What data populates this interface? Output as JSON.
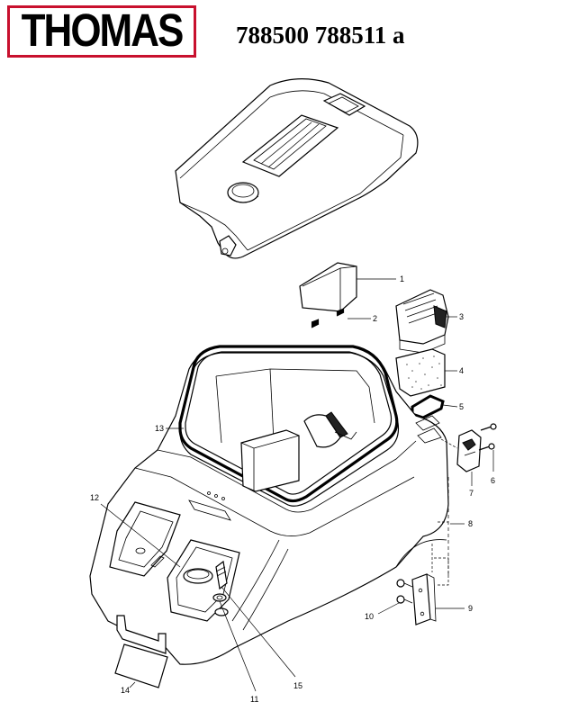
{
  "header": {
    "brand": "THOMAS",
    "doc_code": "788500 788511 a"
  },
  "colors": {
    "brand_red": "#c8102e",
    "line": "#000000"
  },
  "parts": [
    {
      "label": "1"
    },
    {
      "label": "2"
    },
    {
      "label": "3"
    },
    {
      "label": "4"
    },
    {
      "label": "5"
    },
    {
      "label": "6"
    },
    {
      "label": "7"
    },
    {
      "label": "8"
    },
    {
      "label": "9"
    },
    {
      "label": "10"
    },
    {
      "label": "11"
    },
    {
      "label": "12"
    },
    {
      "label": "13"
    },
    {
      "label": "14"
    },
    {
      "label": "15"
    }
  ]
}
